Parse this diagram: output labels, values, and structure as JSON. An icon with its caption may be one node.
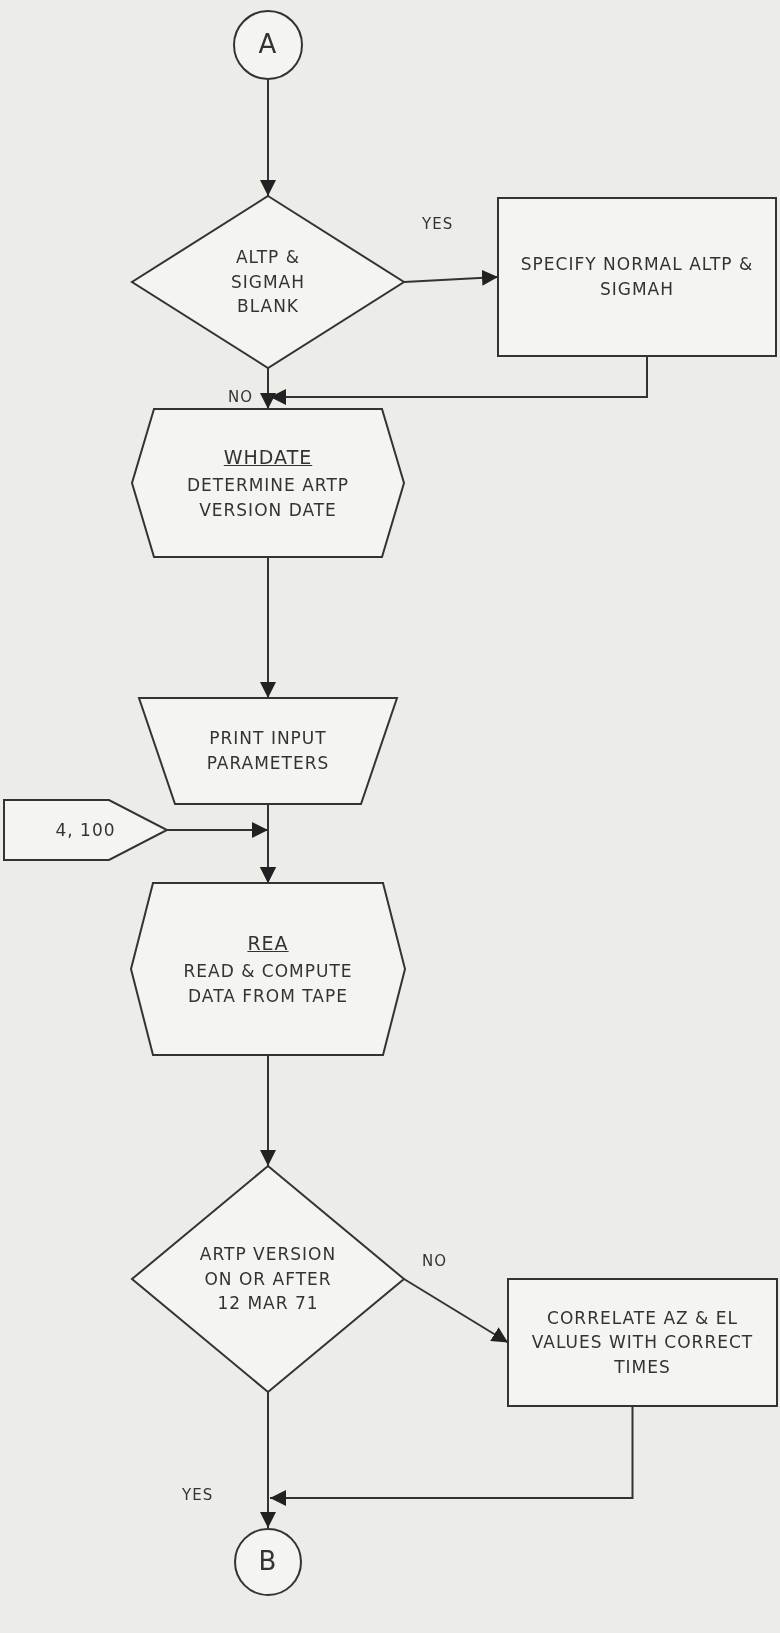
{
  "diagram": {
    "nodes": [
      {
        "text": [
          "A"
        ]
      },
      {
        "text": [
          "ALTP & SIGMAH BLANK"
        ]
      },
      {
        "text": [
          "SPECIFY NORMAL ALTP & SIGMAH"
        ]
      },
      {
        "text": [
          "WHDATE",
          "DETERMINE ARTP VERSION DATE"
        ]
      },
      {
        "text": [
          "PRINT INPUT PARAMETERS"
        ]
      },
      {
        "text": [
          "4, 100"
        ]
      },
      {
        "text": [
          "REA",
          "READ & COMPUTE DATA FROM TAPE"
        ]
      },
      {
        "text": [
          "ARTP VERSION ON OR AFTER 12 MAR 71"
        ]
      },
      {
        "text": [
          "CORRELATE AZ & EL VALUES WITH CORRECT TIMES"
        ]
      },
      {
        "text": [
          "B"
        ]
      }
    ],
    "edges": [
      {
        "from": 0,
        "to": 1,
        "arrow": "to"
      },
      {
        "from": 1,
        "to": 2,
        "arrow": "to",
        "label": "YES"
      },
      {
        "from": 1,
        "to": 3,
        "arrow": "to",
        "label": "NO"
      },
      {
        "from": 2,
        "to": 3,
        "arrow": "to"
      },
      {
        "from": 3,
        "to": 4,
        "arrow": "to"
      },
      {
        "from": 5,
        "to": 6,
        "arrow": "to"
      },
      {
        "from": 4,
        "to": 6,
        "arrow": "to"
      },
      {
        "from": 6,
        "to": 7,
        "arrow": "to"
      },
      {
        "from": 7,
        "to": 8,
        "arrow": "to",
        "label": "NO"
      },
      {
        "from": 7,
        "to": 9,
        "arrow": "to",
        "label": "YES"
      },
      {
        "from": 8,
        "to": 9,
        "arrow": "to"
      }
    ]
  }
}
